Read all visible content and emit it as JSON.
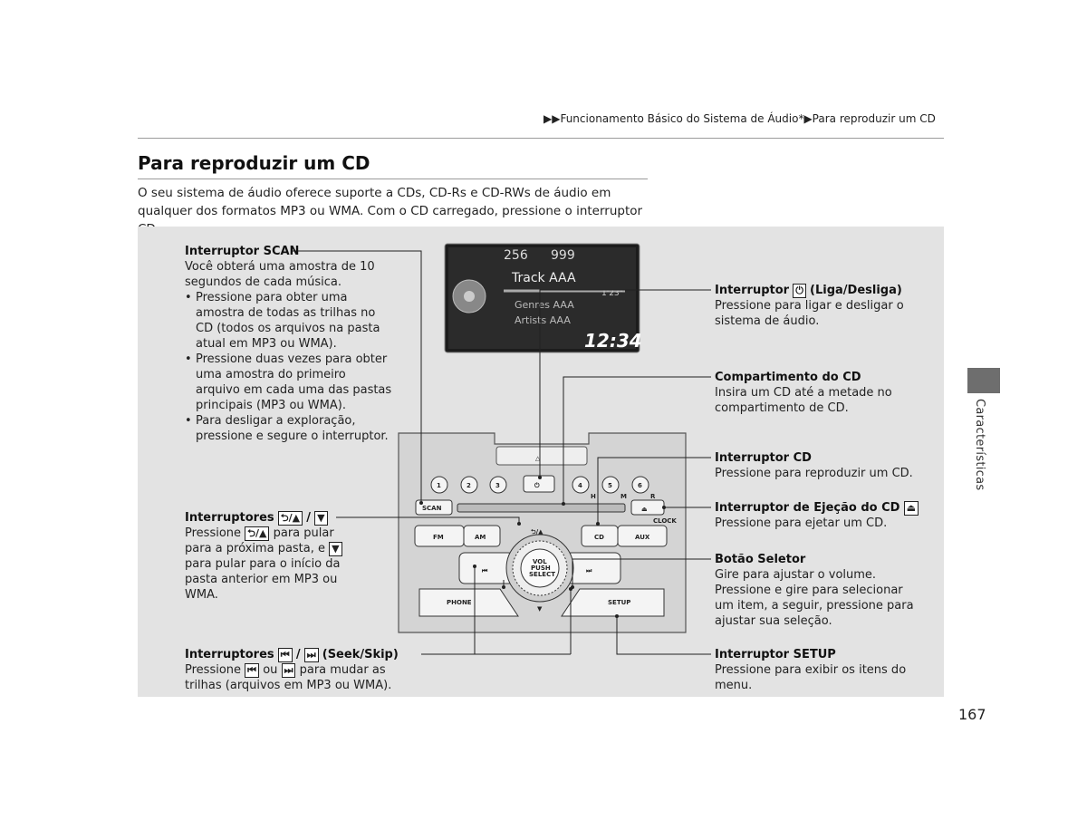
{
  "header": {
    "breadcrumb": "▶▶Funcionamento Básico do Sistema de Áudio*▶Para reproduzir um CD"
  },
  "page": {
    "title": "Para reproduzir um CD",
    "intro": "O seu sistema de áudio oferece suporte a CDs, CD-Rs e CD-RWs de áudio em qualquer dos formatos MP3 ou WMA. Com o CD carregado, pressione o interruptor CD.",
    "side_label": "Características",
    "page_number": "167"
  },
  "display": {
    "folder_count": "256",
    "track_count": "999",
    "track": "Track AAA",
    "time": "1'23\"",
    "genre": "Genres AAA",
    "artist": "Artists AAA",
    "clock": "12:34"
  },
  "unit": {
    "scan": "SCAN",
    "presets": [
      "1",
      "2",
      "3",
      "4",
      "5",
      "6"
    ],
    "fm": "FM",
    "am": "AM",
    "cd": "CD",
    "aux": "AUX",
    "phone": "PHONE",
    "setup": "SETUP",
    "folder_up": "⮌/▲",
    "folder_down": "▼",
    "vol": "VOL",
    "push": "PUSH",
    "select": "SELECT",
    "clock": "CLOCK",
    "seek_back": "⏮",
    "seek_fwd": "⏭",
    "eject": "⏏",
    "power": "⏻",
    "hazard": "△",
    "preset_labels": [
      "H",
      "M",
      "R"
    ]
  },
  "callouts": {
    "scan": {
      "title": "Interruptor SCAN",
      "desc": "Você obterá uma amostra de 10 segundos de cada música.",
      "bullets": [
        "Pressione para obter uma amostra de todas as trilhas no CD (todos os arquivos na pasta atual em MP3 ou WMA).",
        "Pressione duas vezes para obter uma amostra do primeiro arquivo em cada uma das pastas principais (MP3 ou WMA).",
        "Para desligar a exploração, pressione e segure o interruptor."
      ]
    },
    "folder": {
      "title": "Interruptores",
      "sep": "/",
      "desc_pre": "Pressione",
      "desc_mid": "para pular para a próxima pasta, e",
      "desc_post": "para pular para o início da pasta anterior em MP3 ou WMA."
    },
    "seek": {
      "title": "Interruptores",
      "sep": "/",
      "suffix": "(Seek/Skip)",
      "desc_pre": "Pressione",
      "desc_or": "ou",
      "desc_post": "para mudar as trilhas (arquivos em MP3 ou WMA)."
    },
    "power": {
      "title_pre": "Interruptor",
      "title_post": "(Liga/Desliga)",
      "desc": "Pressione para ligar e desligar o sistema de áudio."
    },
    "slot": {
      "title": "Compartimento do CD",
      "desc": "Insira um CD até a metade no compartimento de CD."
    },
    "cd": {
      "title": "Interruptor CD",
      "desc": "Pressione para reproduzir um CD."
    },
    "eject": {
      "title": "Interruptor de Ejeção do CD",
      "desc": "Pressione para ejetar um CD."
    },
    "selector": {
      "title": "Botão Seletor",
      "desc1": "Gire para ajustar o volume.",
      "desc2": "Pressione e gire para selecionar um item, a seguir, pressione para ajustar sua seleção."
    },
    "setup": {
      "title": "Interruptor SETUP",
      "desc": "Pressione para exibir os itens do menu."
    }
  },
  "colors": {
    "panel": "#e3e3e3",
    "display_bg": "#1c1c1c",
    "side_tab": "#6e6e6e"
  }
}
